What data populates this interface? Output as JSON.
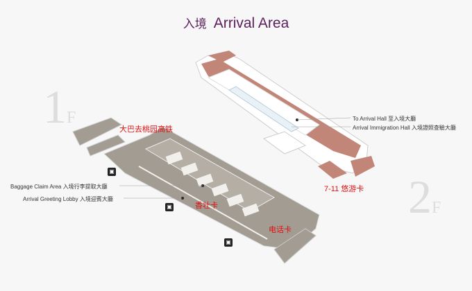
{
  "title": {
    "cn": "入境",
    "en": "Arrival Area"
  },
  "floors": {
    "first": {
      "num": "1",
      "suffix": "F"
    },
    "second": {
      "num": "2",
      "suffix": "F"
    }
  },
  "labels": {
    "baggage_claim": "Baggage Claim Area  入境行李提取大廳",
    "greeting_lobby": "Arrival Greeting Lobby  入境迎賓大廳",
    "to_arrival_hall": "To Arrival Hall  至入境大廳",
    "immigration_hall": "Arrival Immigration Hall  入境證照查驗大廳"
  },
  "annotations": {
    "bus_hsr": "大巴去桃园高铁",
    "sim_card": "香壮卡",
    "phone_card": "电话卡",
    "seven_eleven": "7-11  悠游卡"
  },
  "icons": {
    "taxi": "taxi-icon"
  },
  "colors": {
    "floor2": "#c28679",
    "floor1": "#a29c92",
    "title": "#5b1f5e",
    "annotation": "#e01010"
  }
}
